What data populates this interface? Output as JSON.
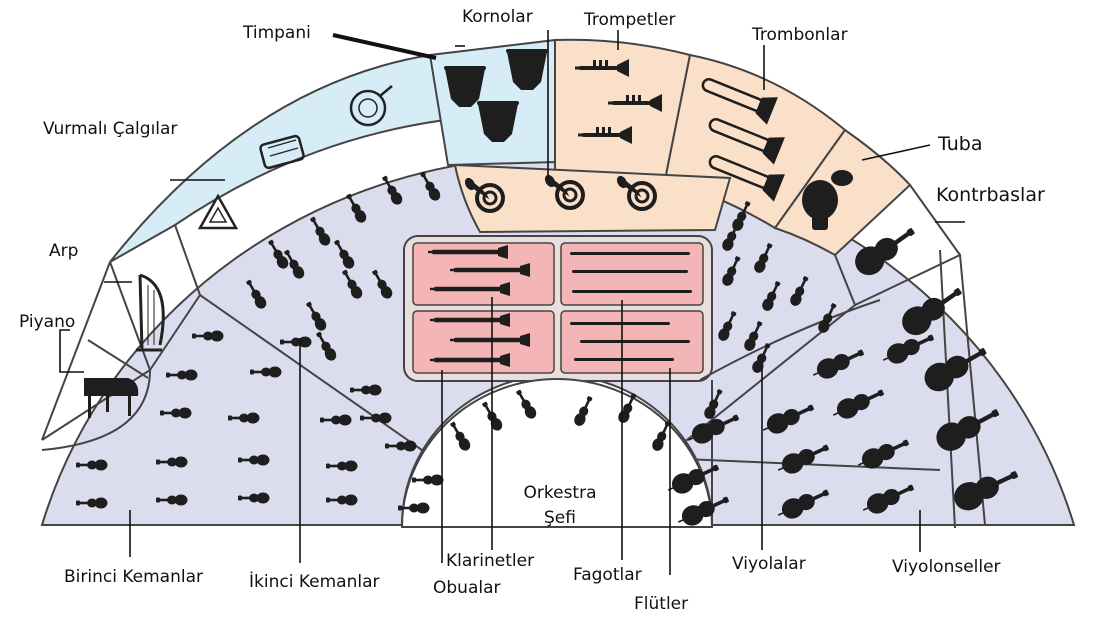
{
  "diagram": {
    "colors": {
      "strings_fill": "#dcdcef",
      "percussion_fill": "#d6ecf7",
      "brass_fill": "#fbe0c9",
      "woodwind_fill": "#f3b5b5",
      "outline": "#444444",
      "instrument": "#1e1e1e"
    },
    "labels": {
      "timpani": "Timpani",
      "kornolar": "Kornolar",
      "trompetler": "Trompetler",
      "trombonlar": "Trombonlar",
      "tuba": "Tuba",
      "kontrbaslar": "Kontrbaslar",
      "vurmali": "Vurmalı Çalgılar",
      "arp": "Arp",
      "piyano": "Piyano",
      "birinci_kemanlar": "Birinci Kemanlar",
      "ikinci_kemanlar": "İkinci Kemanlar",
      "klarinetler": "Klarinetler",
      "obualar": "Obualar",
      "fagotlar": "Fagotlar",
      "flutler": "Flütler",
      "viyolalar": "Viyolalar",
      "viyolonseller": "Viyolonseller",
      "orkestra": "Orkestra",
      "sefi": "Şefi"
    }
  }
}
